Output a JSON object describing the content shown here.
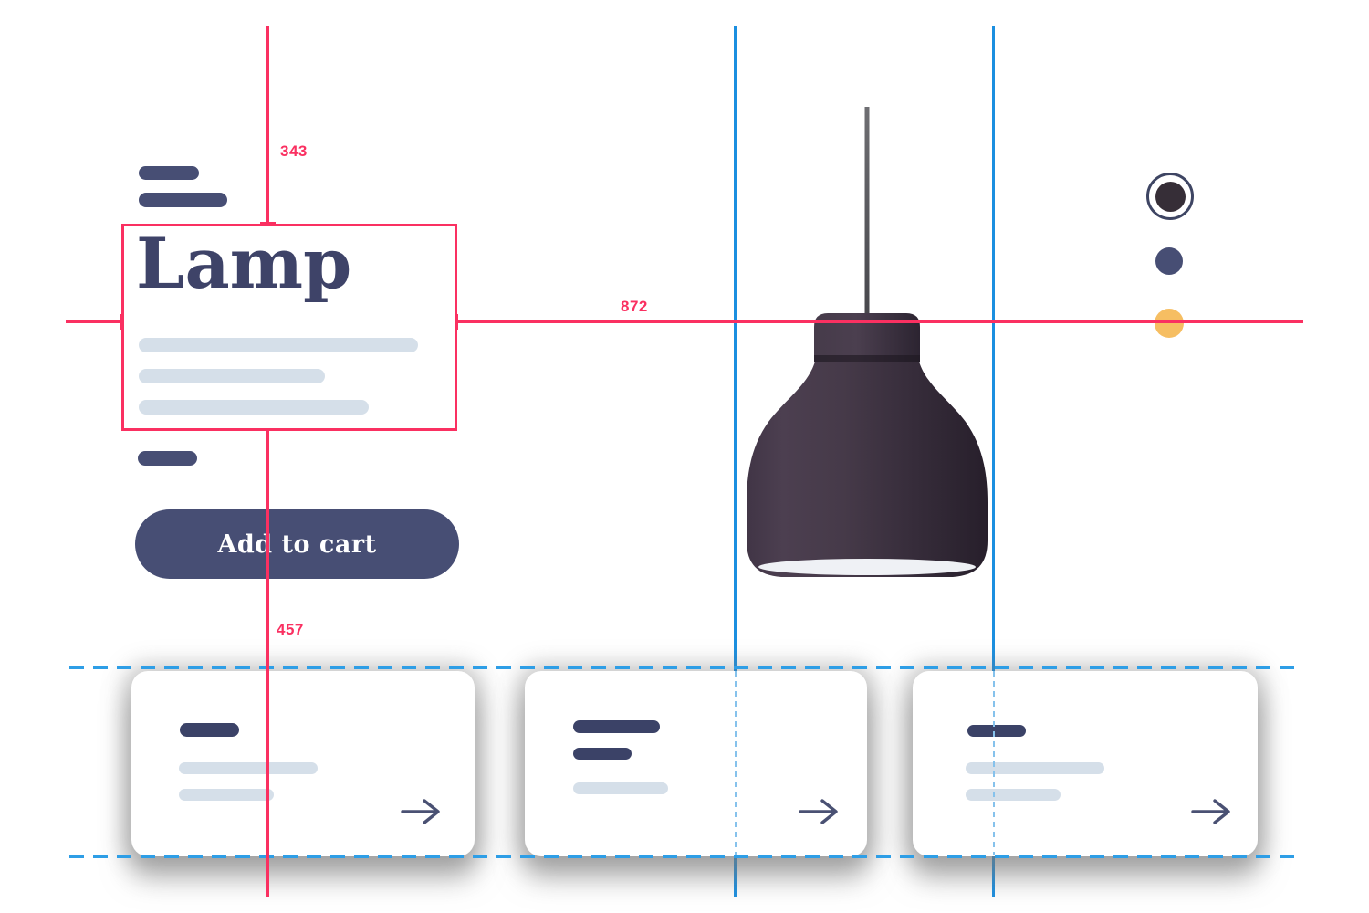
{
  "colors": {
    "pink": "#FA3061",
    "blue-solid": "#1B8FE0",
    "blue-dash": "#2E9EE6",
    "blue-dash-light": "#86C2EC",
    "navy": "#474E74",
    "navy-dark": "#3B4267",
    "light-pill": "#D5DFE9",
    "heading": "#3E4368",
    "arrow": "#4A5173",
    "yellow": "#F6BE62",
    "ring-stroke": "#3E4563",
    "ring-fill": "#362E37",
    "card-bg": "#FFFFFF"
  },
  "dimensions": {
    "vertical_top": "343",
    "horizontal": "872",
    "vertical_bottom": "457"
  },
  "product": {
    "title": "Lamp",
    "add_to_cart_label": "Add to cart"
  },
  "swatches": {
    "ring": {
      "stroke": "#3E4563",
      "fill": "#362E37"
    },
    "navy": "#474E74",
    "yellow": "#F6BE62"
  },
  "cards": {
    "count": 3,
    "arrow_icon": "arrow-right"
  }
}
